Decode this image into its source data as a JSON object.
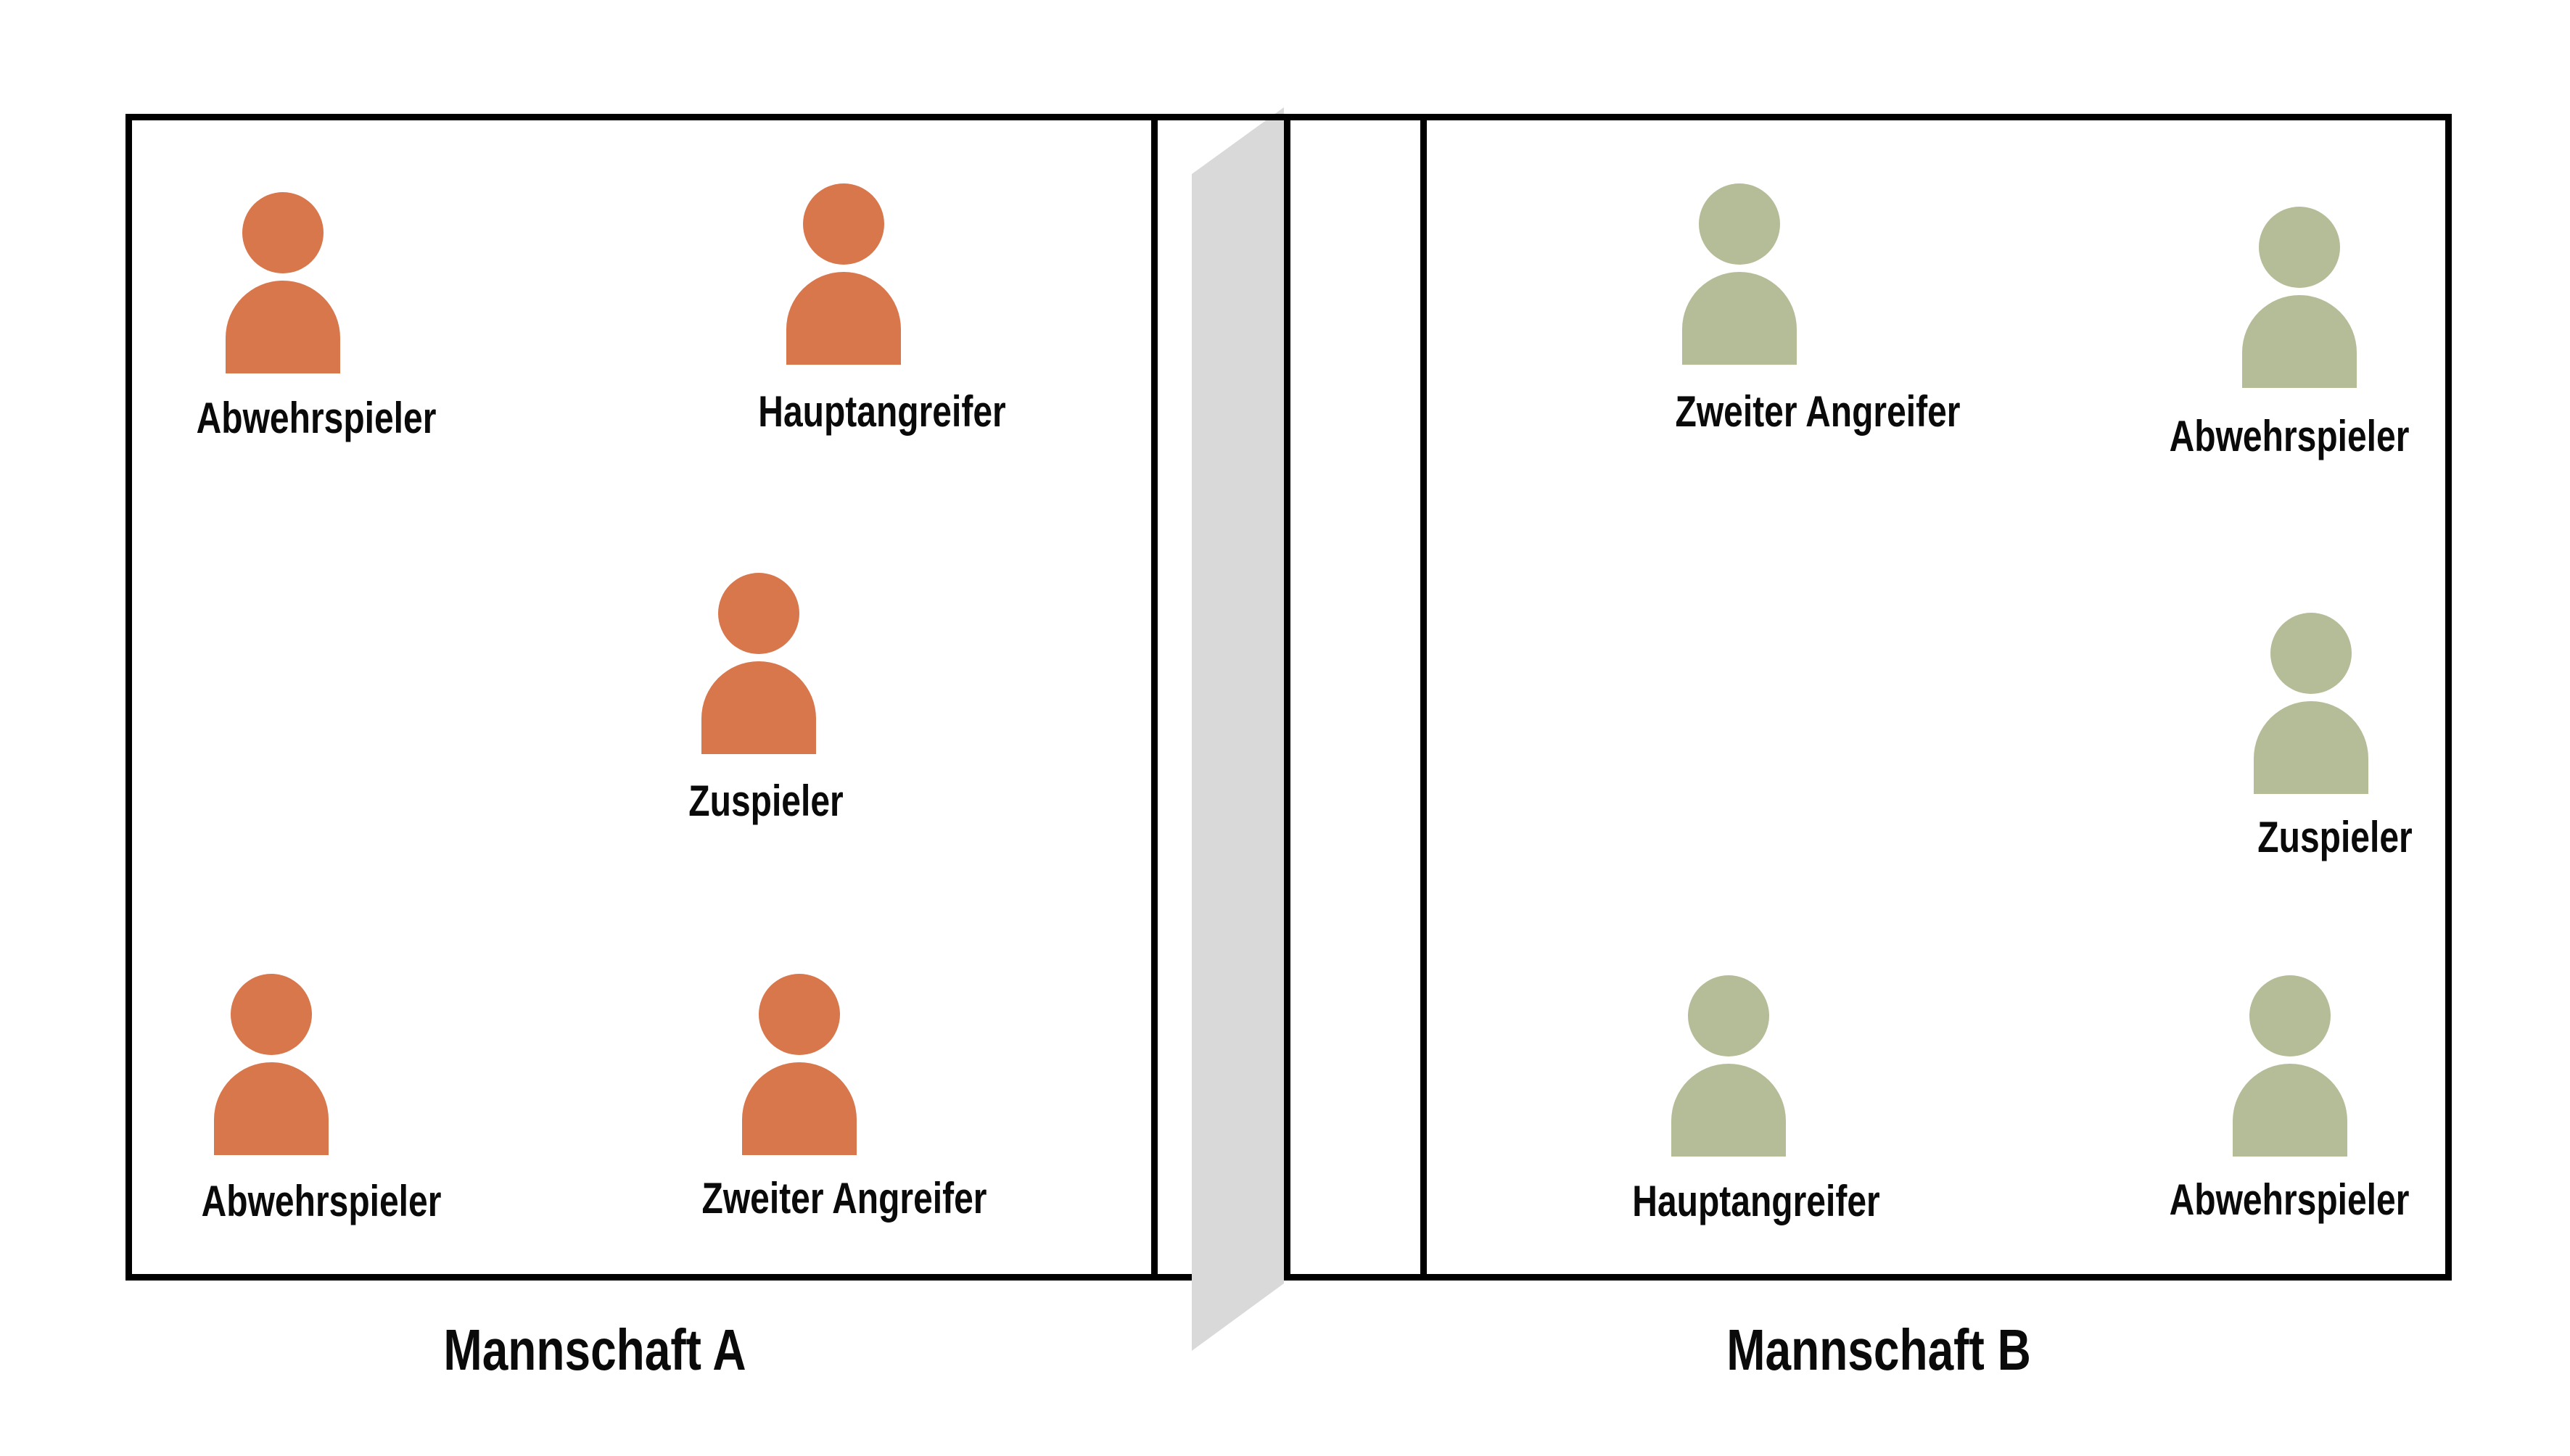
{
  "colors": {
    "background": "#ffffff",
    "court_line": "#000000",
    "net_fill": "#d9d9d9",
    "team_a": "#d8764c",
    "team_b": "#b4bd97",
    "text": "#0a0a0a"
  },
  "net": {
    "shape": "vertical-divider-parallelogram"
  },
  "teams": {
    "a": {
      "name": "Mannschaft A",
      "color": "#d8764c",
      "players": [
        {
          "role": "Abwehrspieler",
          "position": "top-left"
        },
        {
          "role": "Hauptangreifer",
          "position": "top-right-near-net"
        },
        {
          "role": "Zuspieler",
          "position": "center"
        },
        {
          "role": "Abwehrspieler",
          "position": "bottom-left"
        },
        {
          "role": "Zweiter Angreifer",
          "position": "bottom-right-near-net"
        }
      ]
    },
    "b": {
      "name": "Mannschaft B",
      "color": "#b4bd97",
      "players": [
        {
          "role": "Zweiter Angreifer",
          "position": "top-left-near-net"
        },
        {
          "role": "Abwehrspieler",
          "position": "top-right"
        },
        {
          "role": "Zuspieler",
          "position": "middle-right"
        },
        {
          "role": "Hauptangreifer",
          "position": "bottom-left-near-net"
        },
        {
          "role": "Abwehrspieler",
          "position": "bottom-right"
        }
      ]
    }
  }
}
